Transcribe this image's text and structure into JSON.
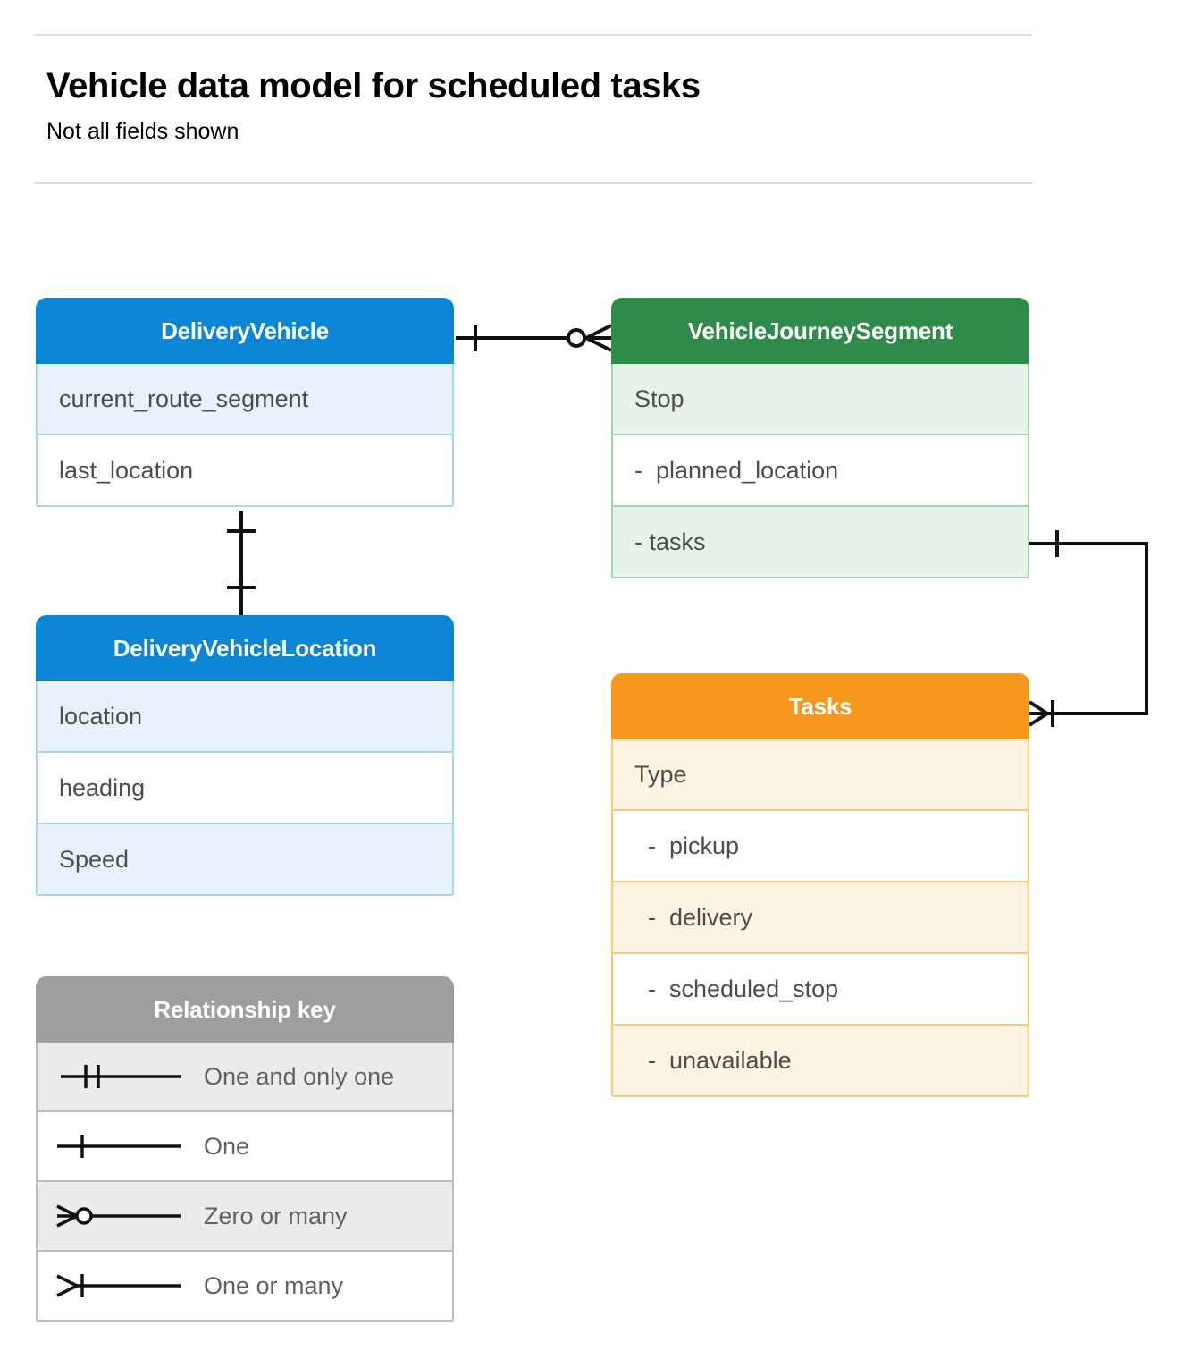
{
  "header": {
    "title": "Vehicle data model for scheduled tasks",
    "subtitle": "Not all fields shown"
  },
  "entities": [
    {
      "id": "delivery-vehicle",
      "name": "DeliveryVehicle",
      "color": "#0b86d6",
      "fields": [
        "current_route_segment",
        "last_location"
      ]
    },
    {
      "id": "delivery-vehicle-location",
      "name": "DeliveryVehicleLocation",
      "color": "#0b86d6",
      "fields": [
        "location",
        "heading",
        "Speed"
      ]
    },
    {
      "id": "vehicle-journey-segment",
      "name": "VehicleJourneySegment",
      "color": "#2f8b4a",
      "fields": [
        "Stop",
        "-  planned_location",
        "- tasks"
      ]
    },
    {
      "id": "tasks",
      "name": "Tasks",
      "color": "#f6981d",
      "fields": [
        "Type",
        "  -  pickup",
        "  -  delivery",
        "  -  scheduled_stop",
        "  -  unavailable"
      ]
    }
  ],
  "relationship_key": {
    "title": "Relationship key",
    "entries": [
      {
        "symbol": "one-and-only-one",
        "label": "One and only one"
      },
      {
        "symbol": "one",
        "label": "One"
      },
      {
        "symbol": "zero-or-many",
        "label": "Zero or many"
      },
      {
        "symbol": "one-or-many",
        "label": "One or many"
      }
    ]
  },
  "relationships": [
    {
      "id": "vehicle-to-journey-segment",
      "from": "DeliveryVehicle",
      "to": "VehicleJourneySegment",
      "from_cardinality": "One",
      "to_cardinality": "Zero or many"
    },
    {
      "id": "vehicle-to-location",
      "from": "DeliveryVehicle",
      "to": "DeliveryVehicleLocation",
      "from_cardinality": "One",
      "to_cardinality": "One"
    },
    {
      "id": "journey-segment-to-tasks",
      "from": "VehicleJourneySegment",
      "to": "Tasks",
      "from_cardinality": "One",
      "to_cardinality": "One or many"
    }
  ],
  "colors": {
    "blue": "#0b86d6",
    "green": "#2f8b4a",
    "orange": "#f6981d",
    "gray": "#9e9e9e",
    "line": "#111111",
    "rule": "#dadce0"
  }
}
